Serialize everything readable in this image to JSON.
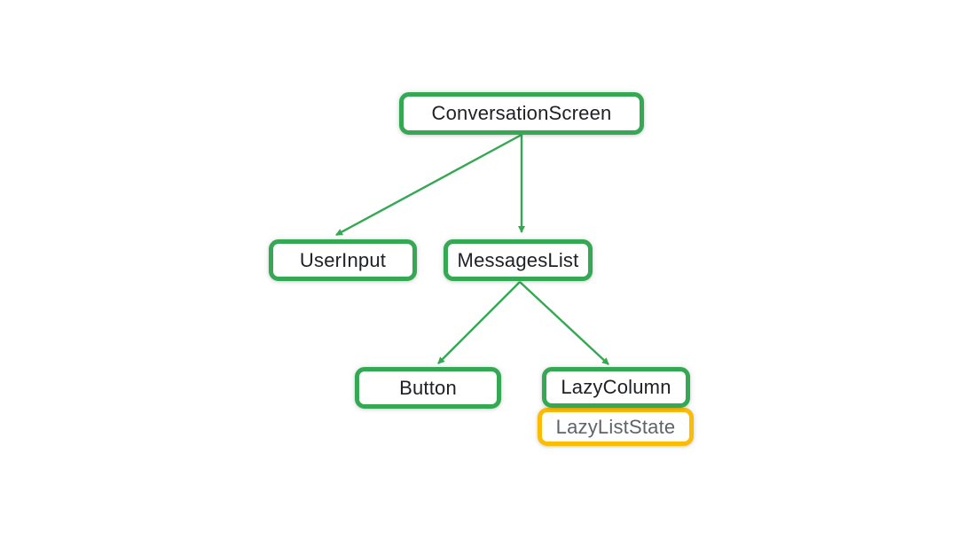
{
  "diagram": {
    "type": "tree",
    "description": "Composable component tree of a conversation screen",
    "nodes": [
      {
        "id": "conversation-screen",
        "label": "ConversationScreen",
        "kind": "composable"
      },
      {
        "id": "user-input",
        "label": "UserInput",
        "kind": "composable"
      },
      {
        "id": "messages-list",
        "label": "MessagesList",
        "kind": "composable"
      },
      {
        "id": "button",
        "label": "Button",
        "kind": "composable"
      },
      {
        "id": "lazy-column",
        "label": "LazyColumn",
        "kind": "composable"
      },
      {
        "id": "lazy-list-state",
        "label": "LazyListState",
        "kind": "state"
      }
    ],
    "edges": [
      {
        "from": "ConversationScreen",
        "to": "UserInput"
      },
      {
        "from": "ConversationScreen",
        "to": "MessagesList"
      },
      {
        "from": "MessagesList",
        "to": "Button"
      },
      {
        "from": "MessagesList",
        "to": "LazyColumn"
      }
    ],
    "colors": {
      "composable_border": "#34A853",
      "state_border": "#FBBC04",
      "edge_arrow": "#34A853",
      "composable_text": "#202124",
      "state_text": "#5F6368",
      "node_fill": "#FFFFFF",
      "background": "#FFFFFF"
    }
  }
}
